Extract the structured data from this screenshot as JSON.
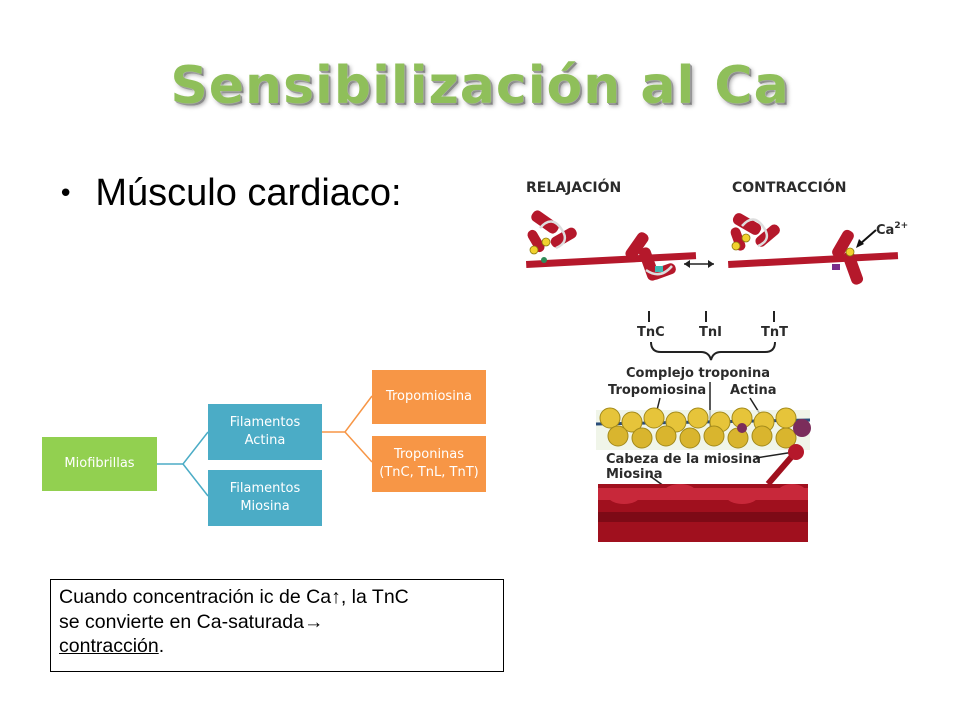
{
  "slide": {
    "title": "Sensibilización al Ca",
    "bullet": "Músculo cardiaco:"
  },
  "hierarchy": {
    "root": "Miofibrillas",
    "actin": [
      "Filamentos",
      "Actina"
    ],
    "myosin": [
      "Filamentos",
      "Miosina"
    ],
    "tropomyosin": "Tropomiosina",
    "troponins": [
      "Troponinas",
      "(TnC, TnL, TnT)"
    ]
  },
  "figure": {
    "relaxation": "RELAJACIÓN",
    "contraction": "CONTRACCIÓN",
    "calcium": "Ca",
    "calcium_sup": "2+",
    "tnc": "TnC",
    "tni": "TnI",
    "tnt": "TnT",
    "troponin_complex": "Complejo troponina",
    "tropomyosin": "Tropomiosina",
    "actin": "Actina",
    "myosin_head": "Cabeza de la miosina",
    "myosin": "Miosina"
  },
  "note": {
    "line1": "Cuando concentración ic de Ca↑, la TnC",
    "line2": "se convierte en Ca-saturada",
    "arrow": "→",
    "underlined": "contracción",
    "period": "."
  },
  "colors": {
    "title": "#8fbf5a",
    "root_node": "#92d050",
    "filament_nodes": "#4bacc6",
    "leaf_nodes": "#f79646",
    "protein_red": "#b5182b",
    "actin_yellow": "#e6c43a"
  }
}
